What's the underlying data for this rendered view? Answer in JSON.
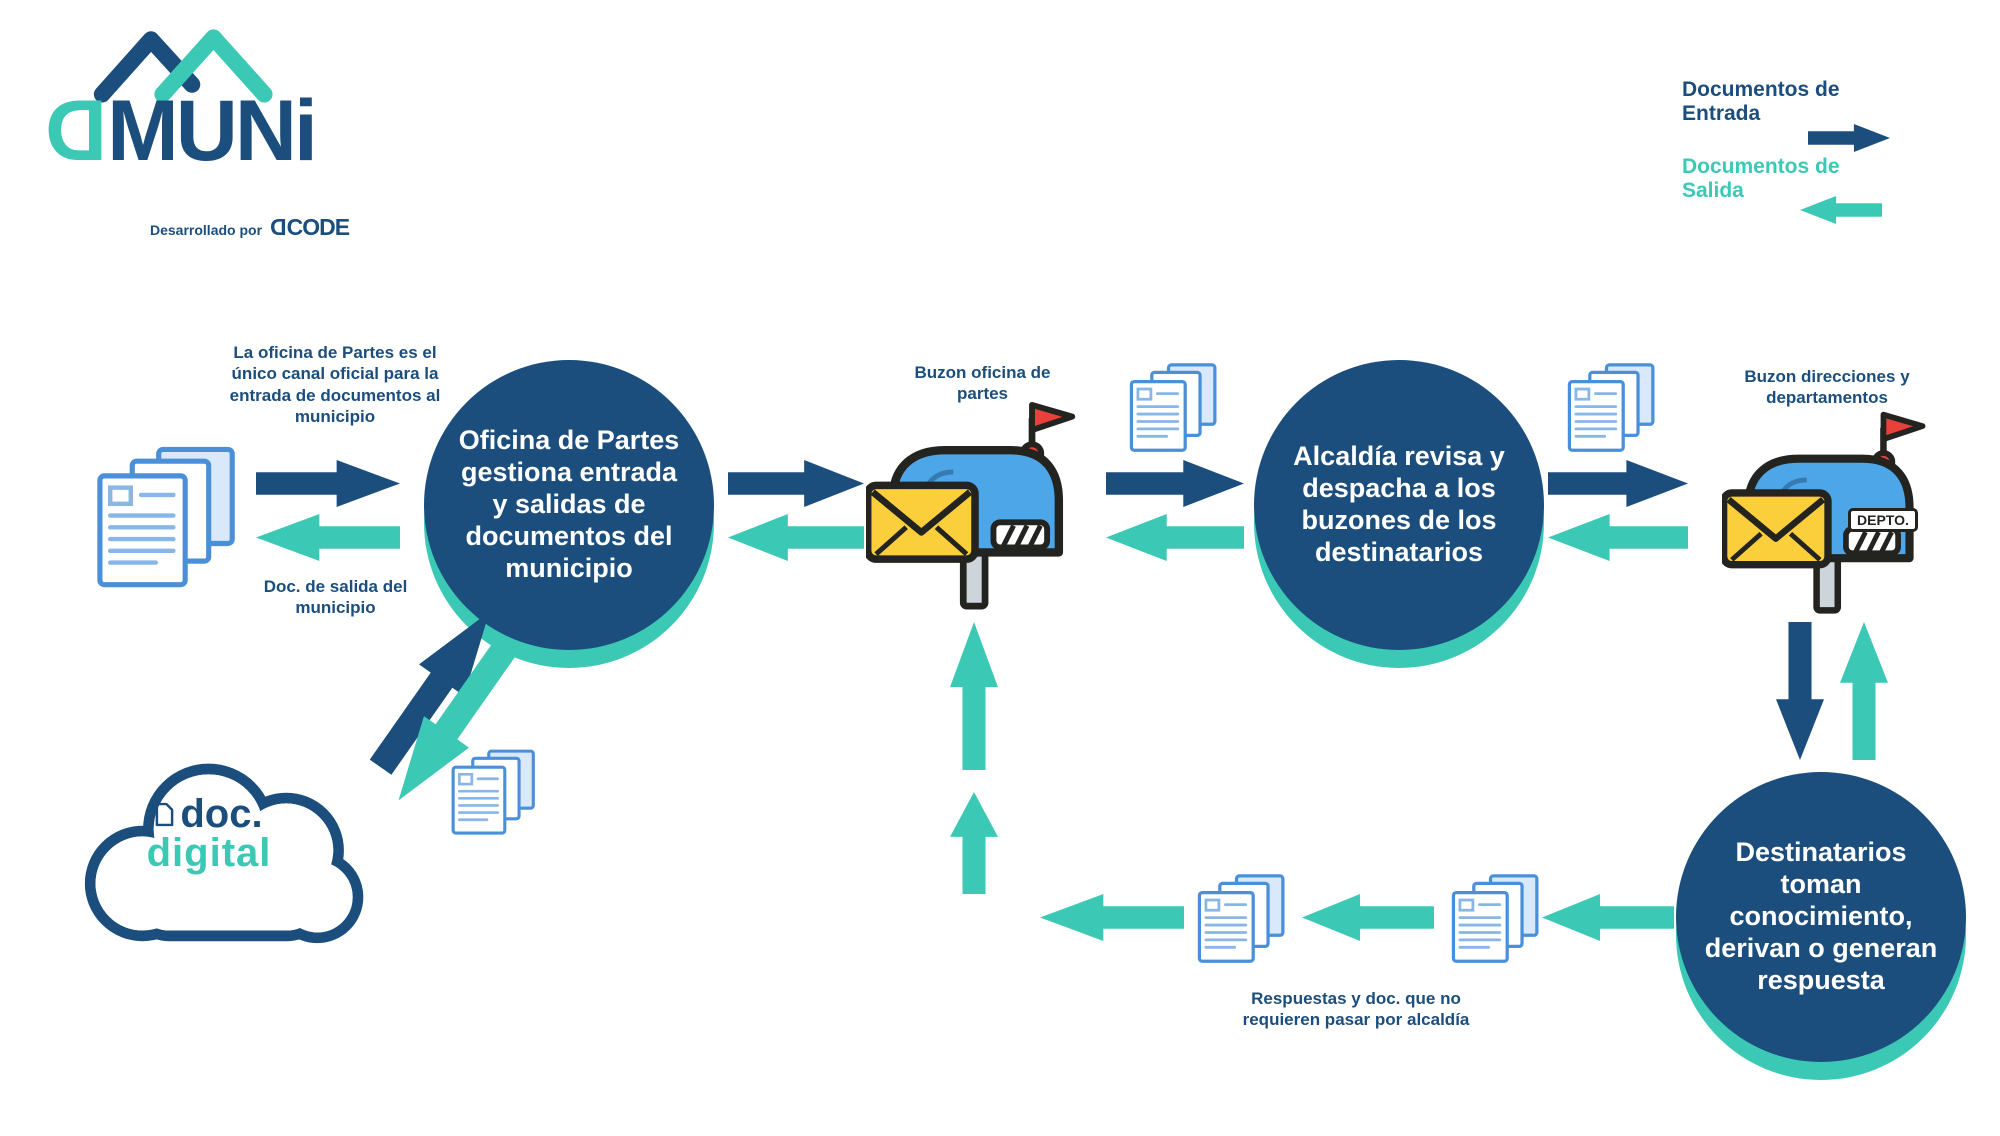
{
  "colors": {
    "navy": "#1B4E7D",
    "teal": "#3BC9B5",
    "mailbox_blue": "#4DA6E8",
    "mailbox_outline": "#232320",
    "envelope_yellow": "#FBCE3C",
    "flag_red": "#E8403A",
    "doc_blue": "#4A90D9",
    "doc_fill": "#D9E9FB"
  },
  "logo": {
    "brand_d": "D",
    "brand_mun": "MUN",
    "brand_i": "i",
    "tagline": "Desarrollado por",
    "developer_d": "D",
    "developer_rest": "CODE"
  },
  "legend": {
    "entrada": "Documentos de Entrada",
    "salida": "Documentos de Salida"
  },
  "nodes": {
    "oficina_partes": "Oficina de Partes gestiona entrada y salidas de documentos del municipio",
    "alcaldia": "Alcaldía revisa y despacha a los buzones de los destinatarios",
    "destinatarios": "Destinatarios toman conocimiento, derivan o generan respuesta"
  },
  "labels": {
    "canal_oficial": "La oficina de Partes es el único canal oficial para la entrada de documentos al municipio",
    "doc_salida": "Doc. de salida del municipio",
    "buzon_oficina": "Buzon oficina de partes",
    "buzon_direcciones": "Buzon direcciones y departamentos",
    "respuestas": "Respuestas y doc. que no requieren pasar por alcaldía",
    "depto": "DEPTO."
  },
  "cloud": {
    "line1": "doc.",
    "line2": "digital"
  },
  "icons": {
    "documents": "document-stack-icon",
    "mailbox": "mailbox-icon",
    "cloud": "cloud-icon",
    "roof": "logo-roof-icon",
    "page": "page-icon"
  }
}
